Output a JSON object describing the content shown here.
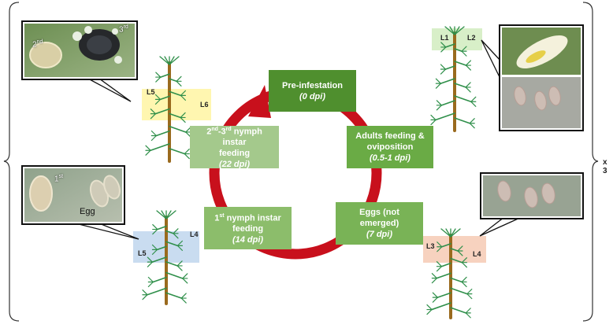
{
  "stages": [
    {
      "id": "pre",
      "title": "Pre-infestation",
      "dpi": "(0 dpi)",
      "color": "#4f8f2e"
    },
    {
      "id": "adults",
      "title": "Adults feeding &",
      "title2": "oviposition",
      "dpi": "(0.5-1 dpi)",
      "color": "#6aab45"
    },
    {
      "id": "eggs",
      "title": "Eggs (not emerged)",
      "dpi": "(7 dpi)",
      "color": "#79b356"
    },
    {
      "id": "nymph1",
      "title_pre": "1",
      "title_sup": "st",
      "title_post": " nymph instar feeding",
      "dpi": "(14 dpi)",
      "color": "#8cbd6b"
    },
    {
      "id": "nymph23",
      "title_pre": "2",
      "title_sup": "nd",
      "title_mid": "-3",
      "title_sup2": "rd",
      "title_post": " nymph instar",
      "title2": "feeding",
      "dpi": "(22 dpi)",
      "color": "#a4c98c"
    }
  ],
  "leaf_labels": {
    "top_left": [
      "L5",
      "L6"
    ],
    "top_right": [
      "L1",
      "L2"
    ],
    "bottom_left": [
      "L5",
      "L4"
    ],
    "bottom_right": [
      "L3",
      "L4"
    ]
  },
  "photo_labels": {
    "top_left_a_num": "2",
    "top_left_a_sup": "nd",
    "top_left_b_num": "3",
    "top_left_b_sup": "rd",
    "bottom_left_num": "1",
    "bottom_left_sup": "st",
    "bottom_left_egg": "Egg"
  },
  "repeat": "x 3",
  "colors": {
    "cycle_arrow": "#c8101c",
    "stem": "#9a6a1e",
    "leaf": "#2f8f4a",
    "highlight_yellow": "#fff6b0",
    "highlight_green": "#d8efc8",
    "highlight_blue": "#c9dcf0",
    "highlight_orange": "#f7d2bf"
  }
}
